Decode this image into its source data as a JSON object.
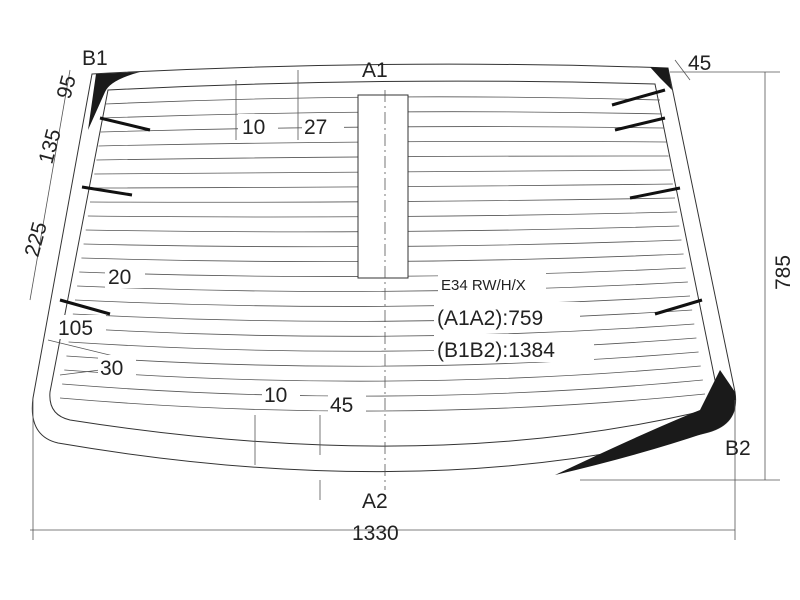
{
  "title": "Rear windshield drawing",
  "points": {
    "b1": "B1",
    "a1": "A1",
    "b2": "B2",
    "a2": "A2"
  },
  "info": {
    "model": "E34 RW/H/X",
    "a1a2": "(A1A2):759",
    "b1b2": "(B1B2):1384"
  },
  "dims": {
    "top_right": "45",
    "left_95": "95",
    "left_135": "135",
    "left_225": "225",
    "top_10": "10",
    "top_27": "27",
    "inner_20": "20",
    "left_105": "105",
    "left_30": "30",
    "bottom_10": "10",
    "bottom_45": "45",
    "height": "785",
    "width": "1330"
  },
  "colors": {
    "line": "#333333",
    "ceramic": "#1a1a1a"
  }
}
